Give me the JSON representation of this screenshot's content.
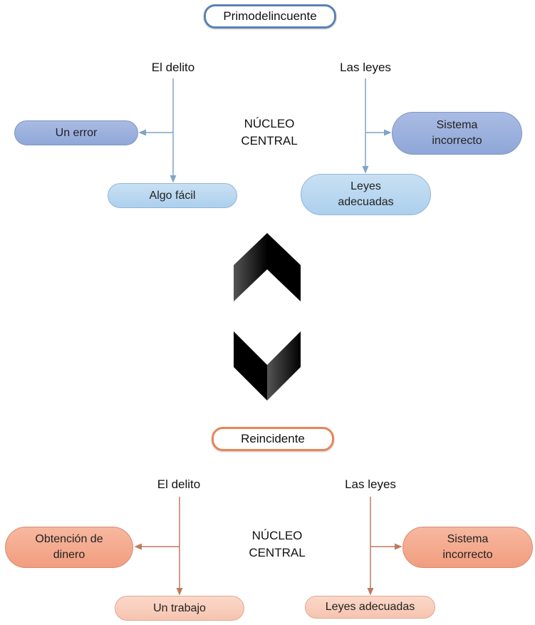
{
  "colors": {
    "blue_line": "#7ea4c9",
    "orange_line": "#c07a5e",
    "blue_title_border": "#5b82b8",
    "orange_title_border": "#e8845a"
  },
  "top_section": {
    "title": "Primodelincuente",
    "left_branch": {
      "label": "El delito",
      "nodes": [
        "Un error",
        "Algo fácil"
      ]
    },
    "center": {
      "line1": "NÚCLEO",
      "line2": "CENTRAL"
    },
    "right_branch": {
      "label": "Las leyes",
      "nodes": [
        {
          "line1": "Sistema",
          "line2": "incorrecto"
        },
        {
          "line1": "Leyes",
          "line2": "adecuadas"
        }
      ]
    }
  },
  "transition_icons": [
    "chevron-up-icon",
    "chevron-down-icon"
  ],
  "bottom_section": {
    "title": "Reincidente",
    "left_branch": {
      "label": "El delito",
      "nodes": [
        {
          "line1": "Obtención de",
          "line2": "dinero"
        },
        "Un trabajo"
      ]
    },
    "center": {
      "line1": "NÚCLEO",
      "line2": "CENTRAL"
    },
    "right_branch": {
      "label": "Las leyes",
      "nodes": [
        {
          "line1": "Sistema",
          "line2": "incorrecto"
        },
        "Leyes adecuadas"
      ]
    }
  }
}
